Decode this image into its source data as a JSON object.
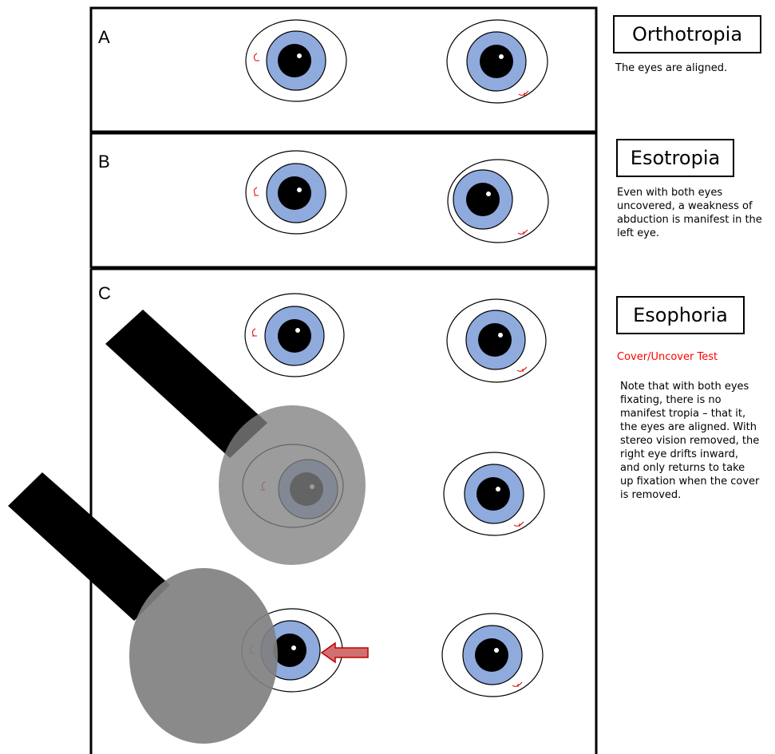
{
  "panels": [
    {
      "letter": "A",
      "title": "Orthotropia",
      "description": "The eyes are aligned."
    },
    {
      "letter": "B",
      "title": "Esotropia",
      "description": "Even with both eyes uncovered, a weakness of abduction is manifest in the left eye."
    },
    {
      "letter": "C",
      "title": "Esophoria",
      "subtitle": "Cover/Uncover Test",
      "description": "Note that with both eyes fixating, there is no manifest tropia – that it, the eyes are aligned.  With stereo vision removed, the right eye drifts inward, and only returns to take up fixation when the cover is removed."
    }
  ],
  "colors": {
    "iris": "#8faadc",
    "pupil": "#000000",
    "occluder": "#808080",
    "handle": "#000000",
    "subtitle": "#ff0000",
    "arrow": "#c00000",
    "vessel": "#e00000"
  },
  "icons": [
    "eye-icon",
    "occluder-paddle",
    "arrow-left-icon"
  ]
}
